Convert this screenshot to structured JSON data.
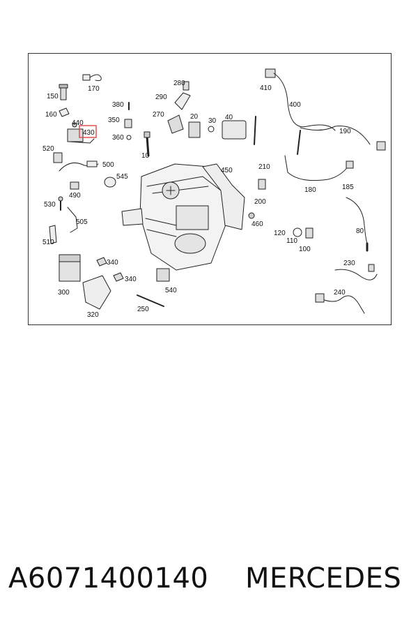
{
  "diagram": {
    "highlight_color": "#e05050",
    "highlighted_label": "430",
    "labels": [
      "170",
      "150",
      "160",
      "440",
      "430",
      "520",
      "500",
      "545",
      "490",
      "530",
      "505",
      "510",
      "380",
      "350",
      "360",
      "10",
      "280",
      "290",
      "270",
      "20",
      "30",
      "40",
      "410",
      "400",
      "190",
      "450",
      "210",
      "200",
      "460",
      "180",
      "185",
      "80",
      "120",
      "110",
      "100",
      "340",
      "340",
      "300",
      "320",
      "540",
      "250",
      "230",
      "240"
    ]
  },
  "caption": {
    "part_number": "A6071400140",
    "brand": "MERCEDES"
  }
}
